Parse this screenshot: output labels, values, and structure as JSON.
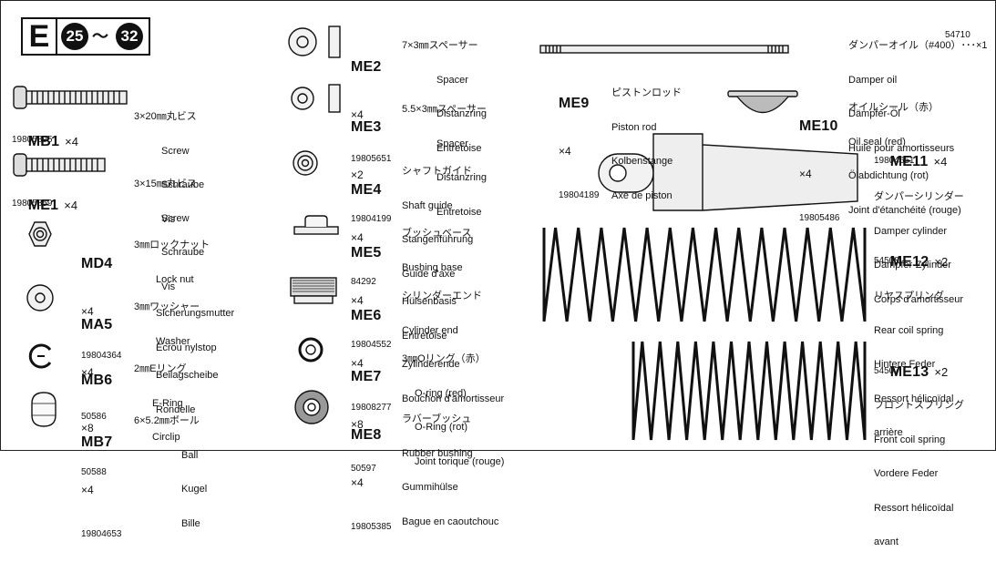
{
  "header": {
    "letter": "E",
    "step_from": "25",
    "tilde": "〜",
    "step_to": "32"
  },
  "parts": [
    {
      "code": "MB1",
      "qty": "×4",
      "pn": "19805895",
      "names": [
        "3×20㎜丸ビス",
        "Screw",
        "Schraube",
        "Vis"
      ]
    },
    {
      "code": "ME1",
      "qty": "×4",
      "pn": "19805859",
      "names": [
        "3×15㎜丸ビス",
        "Screw",
        "Schraube",
        "Vis"
      ]
    },
    {
      "code": "MD4",
      "qty": "×4",
      "pn": "19804364",
      "names": [
        "3㎜ロックナット",
        "Lock nut",
        "Sicherungsmutter",
        "Ecrou nylstop"
      ]
    },
    {
      "code": "MA5",
      "qty": "×4",
      "pn": "50586",
      "names": [
        "3㎜ワッシャー",
        "Washer",
        "Beilagscheibe",
        "Rondelle"
      ]
    },
    {
      "code": "MB6",
      "qty": "×8",
      "pn": "50588",
      "names": [
        "2㎜Eリング",
        "E-Ring",
        "Circlip"
      ]
    },
    {
      "code": "MB7",
      "qty": "×4",
      "pn": "19804653",
      "names": [
        "6×5.2㎜ボール",
        "Ball",
        "Kugel",
        "Bille"
      ]
    },
    {
      "code": "ME2",
      "qty": "×4",
      "pn": "19805651",
      "names": [
        "7×3㎜スペーサー",
        "Spacer",
        "Distanzring",
        "Entretoise"
      ]
    },
    {
      "code": "ME3",
      "qty": "×2",
      "pn": "19804199",
      "names": [
        "5.5×3㎜スペーサー",
        "Spacer",
        "Distanzring",
        "Entretoise"
      ]
    },
    {
      "code": "ME4",
      "qty": "×4",
      "pn": "84292",
      "names": [
        "シャフトガイド",
        "Shaft guide",
        "Stangenführung",
        "Guide d'axe"
      ]
    },
    {
      "code": "ME5",
      "qty": "×4",
      "pn": "19804552",
      "names": [
        "ブッシュベース",
        "Bushing base",
        "Hülsenbasis",
        "Entretoise"
      ]
    },
    {
      "code": "ME6",
      "qty": "×4",
      "pn": "19808277",
      "names": [
        "シリンダーエンド",
        "Cylinder end",
        "Zylinderende",
        "Bouchon d'amortisseur"
      ]
    },
    {
      "code": "ME7",
      "qty": "×8",
      "pn": "50597",
      "names": [
        "3㎜Oリング（赤）",
        "O-ring (red)",
        "O-Ring (rot)",
        "Joint torique (rouge)"
      ]
    },
    {
      "code": "ME8",
      "qty": "×4",
      "pn": "19805385",
      "names": [
        "ラバーブッシュ",
        "Rubber bushing",
        "Gummihülse",
        "Bague en caoutchouc"
      ]
    },
    {
      "code": "ME9",
      "qty": "×4",
      "pn": "19804189",
      "names": [
        "ピストンロッド",
        "Piston rod",
        "Kolbenstange",
        "Axe de piston"
      ]
    },
    {
      "code": "ME10",
      "qty": "×4",
      "pn": "19805486",
      "names": [
        "オイルシール（赤）",
        "Oil seal (red)",
        "Ölabdichtung (rot)",
        "Joint d'étanchéité (rouge)"
      ]
    },
    {
      "code": "ME11",
      "qty": "×4",
      "pn": "19804651",
      "names": [
        "ダンパーシリンダー",
        "Damper cylinder",
        "Dämpfer-Zylinder",
        "Corps d'amortisseur"
      ]
    },
    {
      "code": "ME12",
      "qty": "×2",
      "pn": "54508",
      "names": [
        "リヤスプリング",
        "Rear coil spring",
        "Hintere Feder",
        "Ressort hélicoïdal",
        "arrière"
      ]
    },
    {
      "code": "ME13",
      "qty": "×2",
      "pn": "54507",
      "names": [
        "フロントスプリング",
        "Front coil spring",
        "Vordere Feder",
        "Ressort hélicoïdal",
        "avant"
      ]
    }
  ],
  "oil": {
    "title": "ダンパーオイル（#400）･･･×1",
    "names": [
      "Damper oil",
      "Dämpfer-Öl",
      "Huile pour amortisseurs"
    ],
    "pn": "54710"
  }
}
